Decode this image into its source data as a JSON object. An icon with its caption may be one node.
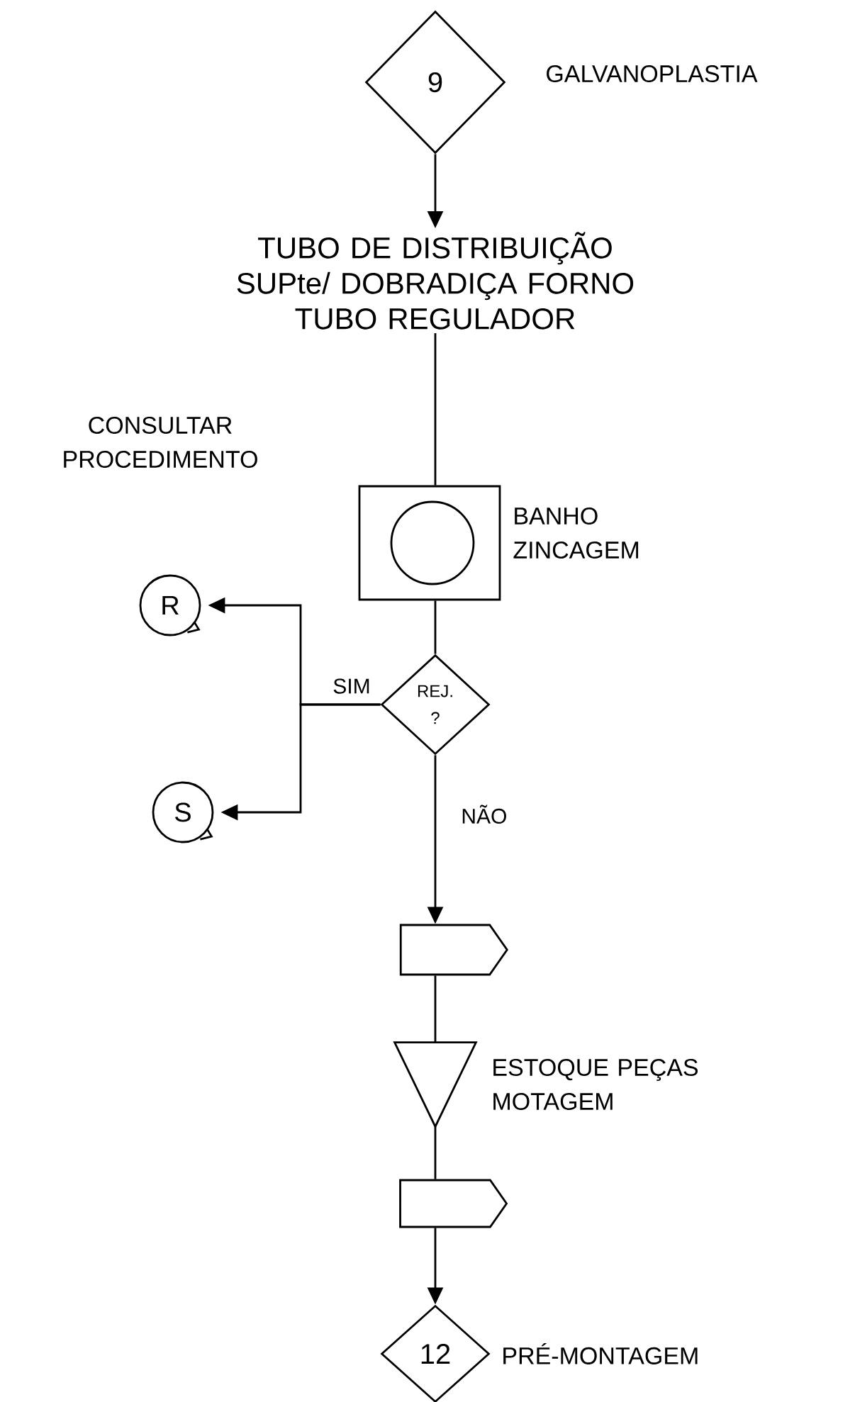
{
  "diagram": {
    "nodes": [
      {
        "text": [
          "9"
        ],
        "beside": [
          "GALVANOPLASTIA"
        ]
      },
      {
        "text": [
          "TUBO DE DISTRIBUIÇÃO SUPte/ DOBRADIÇA FORNO TUBO REGULADOR"
        ]
      },
      {
        "text": [],
        "shape": "box",
        "beside": [
          "BANHO ZINCAGEM"
        ]
      },
      {
        "text": [
          "REJ. ?"
        ]
      },
      {
        "text": [
          "R"
        ]
      },
      {
        "text": [
          "S"
        ]
      },
      {
        "text": [],
        "shape": "box"
      },
      {
        "text": [],
        "shape": "triangle",
        "beside": [
          "ESTOQUE PEÇAS MOTAGEM"
        ]
      },
      {
        "text": [],
        "shape": "box"
      },
      {
        "text": [
          "12"
        ],
        "beside": [
          "PRÉ-MONTAGEM"
        ]
      }
    ],
    "edges": [
      {
        "from": 0,
        "to": 1,
        "arrow": "to"
      },
      {
        "from": 1,
        "to": 2,
        "arrow": "none"
      },
      {
        "from": 2,
        "to": 3,
        "arrow": "none"
      },
      {
        "from": 3,
        "to": 4,
        "arrow": "to",
        "label": "SIM"
      },
      {
        "from": 3,
        "to": 5,
        "arrow": "to"
      },
      {
        "from": 3,
        "to": 6,
        "arrow": "to",
        "label": "NÃO"
      },
      {
        "from": 6,
        "to": 7,
        "arrow": "none"
      },
      {
        "from": 7,
        "to": 8,
        "arrow": "none"
      },
      {
        "from": 8,
        "to": 9,
        "arrow": "to"
      }
    ],
    "labels": [
      "CONSULTAR PROCEDIMENTO"
    ]
  }
}
